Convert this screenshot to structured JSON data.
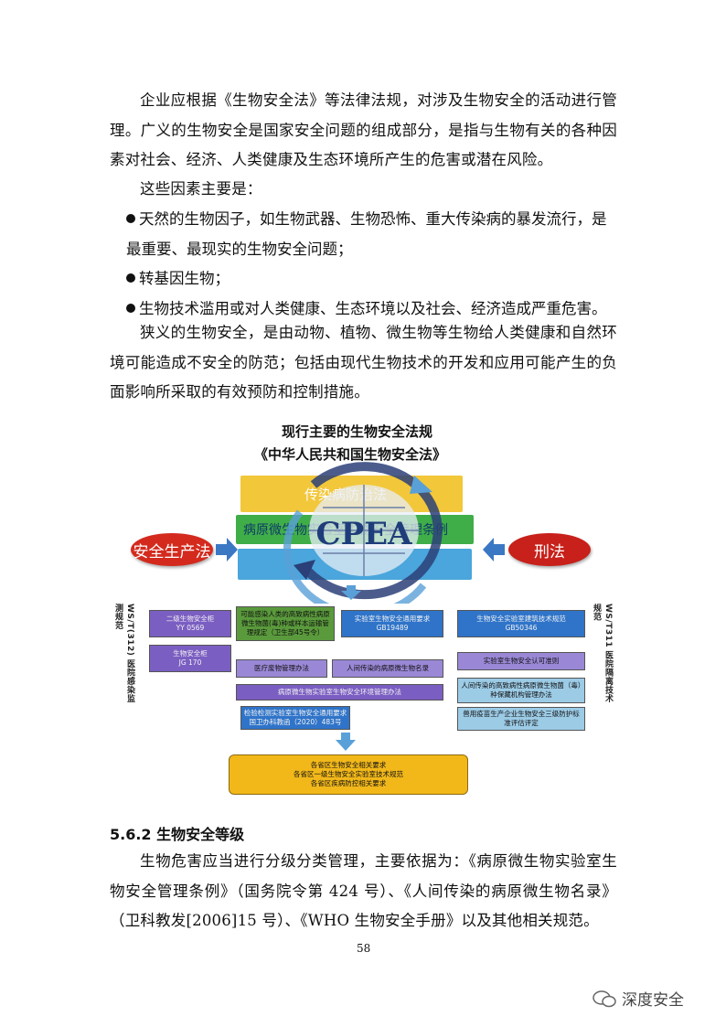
{
  "paragraphs": {
    "p1": "企业应根据《生物安全法》等法律法规，对涉及生物安全的活动进行管理。广义的生物安全是国家安全问题的组成部分，是指与生物有关的各种因素对社会、经济、人类健康及生态环境所产生的危害或潜在风险。",
    "p2": "这些因素主要是：",
    "b1": "天然的生物因子，如生物武器、生物恐怖、重大传染病的暴发流行，是最重要、最现实的生物安全问题；",
    "b2": "转基因生物；",
    "b3": "生物技术滥用或对人类健康、生态环境以及社会、经济造成严重危害。",
    "p3": "狭义的生物安全，是由动物、植物、微生物等生物给人类健康和自然环境可能造成不安全的防范；包括由现代生物技术的开发和应用可能产生的负面影响所采取的有效预防和控制措施。"
  },
  "diagram": {
    "title1": "现行主要的生物安全法规",
    "title2": "《中华人民共和国生物安全法》",
    "band_yellow": "传染病防治法",
    "band_green": "病原微生物实验室生物安全管理条例",
    "logo_text": "CPEA",
    "left_ellipse": "安全生产法",
    "right_ellipse": "刑法",
    "left_vertical": "WS/T(312) 医院感染监测规范",
    "right_vertical": "WS/T311 医院隔离技术规范",
    "boxes": {
      "yy0569": "二级生物安全柜\nYY 0569",
      "jg170": "生物安全柜\nJG 170",
      "medwaste": "可能感染人类的高致病性病原微生物菌(毒)种或样本运输管理规定（卫生部45号令）",
      "lab_general": "实验室生物安全通用要求\nGB19489",
      "gb50346": "生物安全实验室建筑技术规范\nGB50346",
      "medical_waste_rule": "医疗废物管理办法",
      "pathogen_list": "人间传染的病原微生物名录",
      "env_rule": "病原微生物实验室生物安全环境管理办法",
      "lab_accredit": "实验室生物安全认可准则",
      "human_pathogen": "人间传染的高致病性病原微生物菌（毒）种保藏机构管理办法",
      "covid_lab": "检验检测实验室生物安全通用要求\n国卫办科教函（2020）483号",
      "enterprise_eval": "兽用疫苗生产企业生物安全三级防护标准评估评定",
      "provincial": "各省区生物安全相关要求\n各省区一级生物安全实验室技术规范\n各省区疾病防控相关要求"
    }
  },
  "section": {
    "heading": "5.6.2 生物安全等级",
    "p4": "生物危害应当进行分级分类管理，主要依据为：《病原微生物实验室生物安全管理条例》（国务院令第 424 号）、《人间传染的病原微生物名录》（卫科教发[2006]15 号）、《WHO 生物安全手册》以及其他相关规范。"
  },
  "page_number": "58",
  "watermark": "深度安全",
  "colors": {
    "left_ellipse": "#d42a1e",
    "right_ellipse": "#c8201a",
    "band_yellow": "#f2c73a",
    "band_green": "#3fae49",
    "band_blue": "#4aa6dc",
    "arrow_blue": "#3b78c4",
    "box_purple": "#7b5ec2",
    "box_blue": "#2f74c9",
    "box_green": "#5a9a3c",
    "provincial": "#f2b81a"
  }
}
